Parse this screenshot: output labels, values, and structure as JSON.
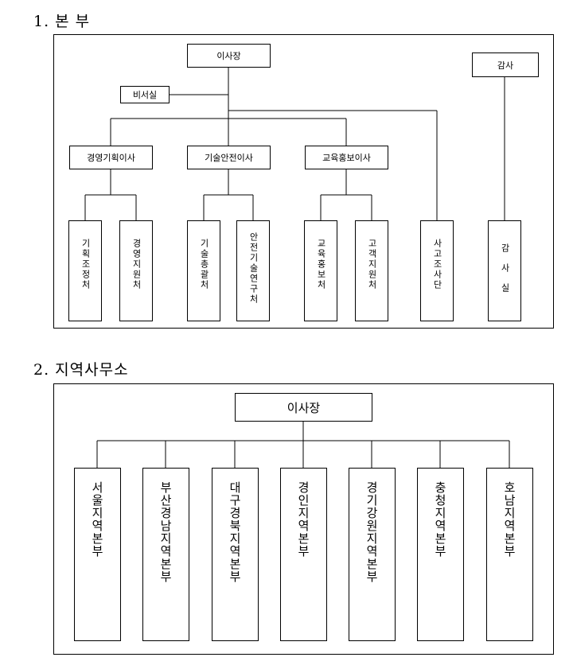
{
  "section1": {
    "heading": "1. 본 부",
    "chairman": "이사장",
    "secretary": "비서실",
    "auditor": "감사",
    "directors": [
      {
        "title": "경영기획이사",
        "units": [
          "기획조정처",
          "경영지원처"
        ]
      },
      {
        "title": "기술안전이사",
        "units": [
          "기술총괄처",
          "안전기술연구처"
        ]
      },
      {
        "title": "교육홍보이사",
        "units": [
          "교육홍보처",
          "고객지원처"
        ]
      }
    ],
    "accident_unit": "사고조사단",
    "audit_office": "감사실"
  },
  "section2": {
    "heading": "2. 지역사무소",
    "chairman": "이사장",
    "regions": [
      "서울지역본부",
      "부산경남지역본부",
      "대구경북지역본부",
      "경인지역본부",
      "경기강원지역본부",
      "충청지역본부",
      "호남지역본부"
    ]
  }
}
